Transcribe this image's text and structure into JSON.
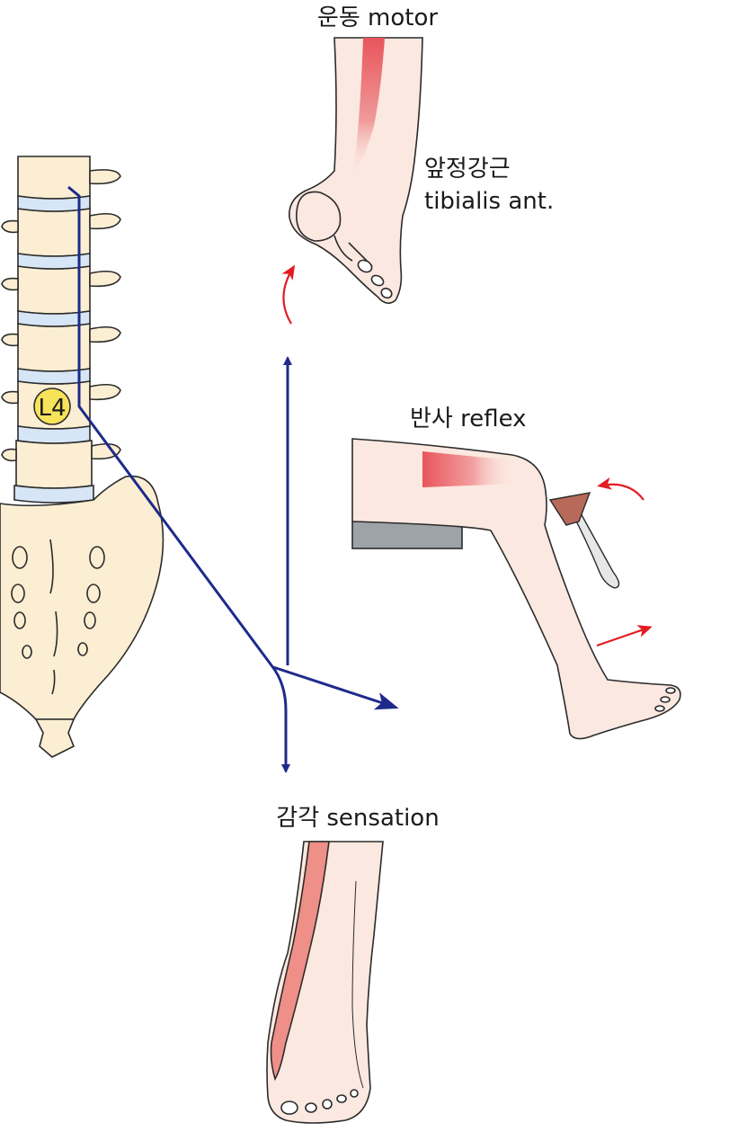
{
  "labels": {
    "motor": "운동 motor",
    "muscle_ko": "앞정강근",
    "muscle_en": "tibialis ant.",
    "reflex": "반사 reflex",
    "sensation": "감각 sensation",
    "vertebra": "L4"
  },
  "colors": {
    "nerve": "#1e2a8a",
    "bone": "#fbeed2",
    "disc": "#d7e6f6",
    "skin": "#fbe8e0",
    "muscle": "#e8555b",
    "dermatome": "#ee8f88",
    "arrow_red": "#e31b23",
    "outline": "#2b2b2b",
    "table": "#9ea3a8",
    "hammer": "#b86a5a",
    "l4_marker": "#f6e35a"
  },
  "icons": {
    "hammer": "reflex-hammer-icon",
    "arrow": "arrow-icon"
  }
}
